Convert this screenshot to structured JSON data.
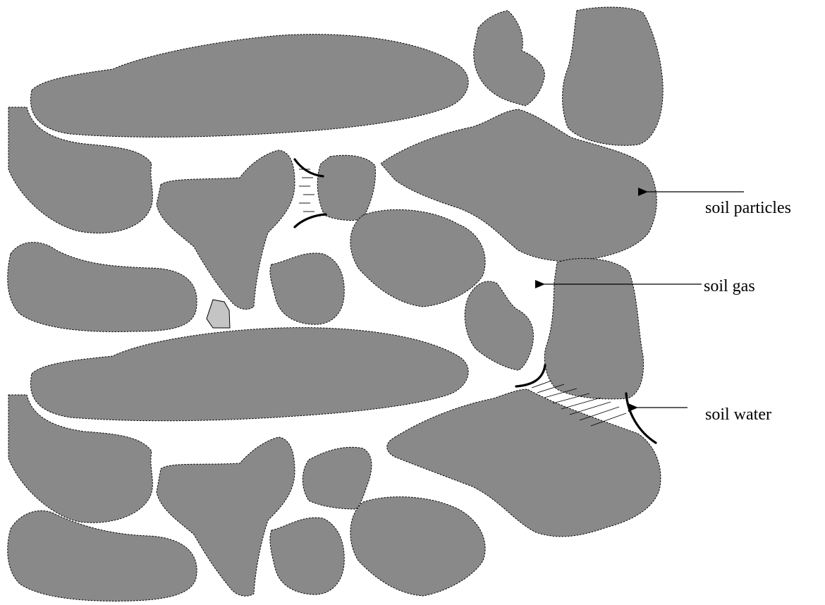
{
  "labels": {
    "particles": "soil particles",
    "gas": "soil gas",
    "water": "soil water"
  },
  "colors": {
    "particle_fill": "#898989",
    "small_particle_fill": "#c4c4c4",
    "background": "#ffffff"
  }
}
